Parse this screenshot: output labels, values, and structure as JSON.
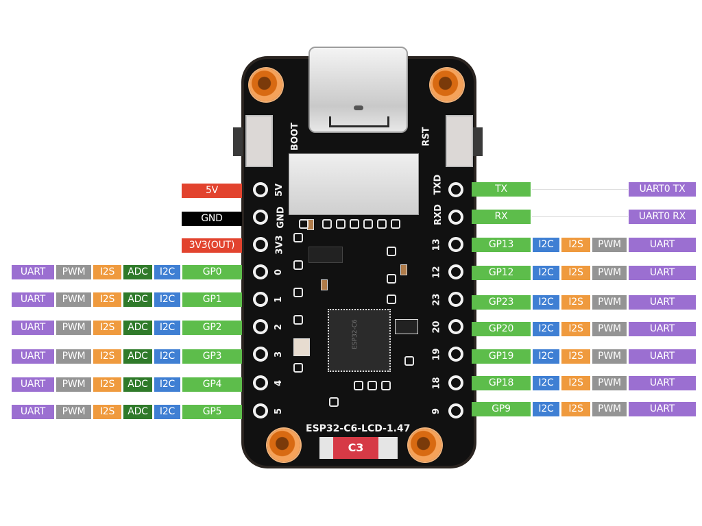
{
  "board": {
    "model_label": "ESP32-C6-LCD-1.47",
    "button_left": "BOOT",
    "button_right": "RST",
    "chip_marking": "ESP32-C6",
    "connector_label": "C3",
    "left_silk": [
      "5V",
      "GND",
      "3V3",
      "0",
      "1",
      "2",
      "3",
      "4",
      "5"
    ],
    "right_silk": [
      "TXD",
      "RXD",
      "13",
      "12",
      "23",
      "20",
      "19",
      "18",
      "9"
    ]
  },
  "colors": {
    "uart": "#9b6fd1",
    "pwm": "#949494",
    "i2s": "#ef9a3e",
    "adc": "#2f7a2a",
    "i2c": "#3f7fd3",
    "gpio": "#5dbd4b",
    "power": "#e2432e",
    "ground": "#000000"
  },
  "left_power": [
    {
      "label": "5V",
      "type": "power"
    },
    {
      "label": "GND",
      "type": "ground"
    },
    {
      "label": "3V3(OUT)",
      "type": "power"
    }
  ],
  "left_gpio": [
    {
      "uart": "UART",
      "pwm": "PWM",
      "i2s": "I2S",
      "adc": "ADC",
      "i2c": "I2C",
      "gpio": "GP0"
    },
    {
      "uart": "UART",
      "pwm": "PWM",
      "i2s": "I2S",
      "adc": "ADC",
      "i2c": "I2C",
      "gpio": "GP1"
    },
    {
      "uart": "UART",
      "pwm": "PWM",
      "i2s": "I2S",
      "adc": "ADC",
      "i2c": "I2C",
      "gpio": "GP2"
    },
    {
      "uart": "UART",
      "pwm": "PWM",
      "i2s": "I2S",
      "adc": "ADC",
      "i2c": "I2C",
      "gpio": "GP3"
    },
    {
      "uart": "UART",
      "pwm": "PWM",
      "i2s": "I2S",
      "adc": "ADC",
      "i2c": "I2C",
      "gpio": "GP4"
    },
    {
      "uart": "UART",
      "pwm": "PWM",
      "i2s": "I2S",
      "adc": "ADC",
      "i2c": "I2C",
      "gpio": "GP5"
    }
  ],
  "right_uart": [
    {
      "pin": "TX",
      "function": "UART0 TX"
    },
    {
      "pin": "RX",
      "function": "UART0 RX"
    }
  ],
  "right_gpio": [
    {
      "gpio": "GP13",
      "i2c": "I2C",
      "i2s": "I2S",
      "pwm": "PWM",
      "uart": "UART"
    },
    {
      "gpio": "GP12",
      "i2c": "I2C",
      "i2s": "I2S",
      "pwm": "PWM",
      "uart": "UART"
    },
    {
      "gpio": "GP23",
      "i2c": "I2C",
      "i2s": "I2S",
      "pwm": "PWM",
      "uart": "UART"
    },
    {
      "gpio": "GP20",
      "i2c": "I2C",
      "i2s": "I2S",
      "pwm": "PWM",
      "uart": "UART"
    },
    {
      "gpio": "GP19",
      "i2c": "I2C",
      "i2s": "I2S",
      "pwm": "PWM",
      "uart": "UART"
    },
    {
      "gpio": "GP18",
      "i2c": "I2C",
      "i2s": "I2S",
      "pwm": "PWM",
      "uart": "UART"
    },
    {
      "gpio": "GP9",
      "i2c": "I2C",
      "i2s": "I2S",
      "pwm": "PWM",
      "uart": "UART"
    }
  ]
}
